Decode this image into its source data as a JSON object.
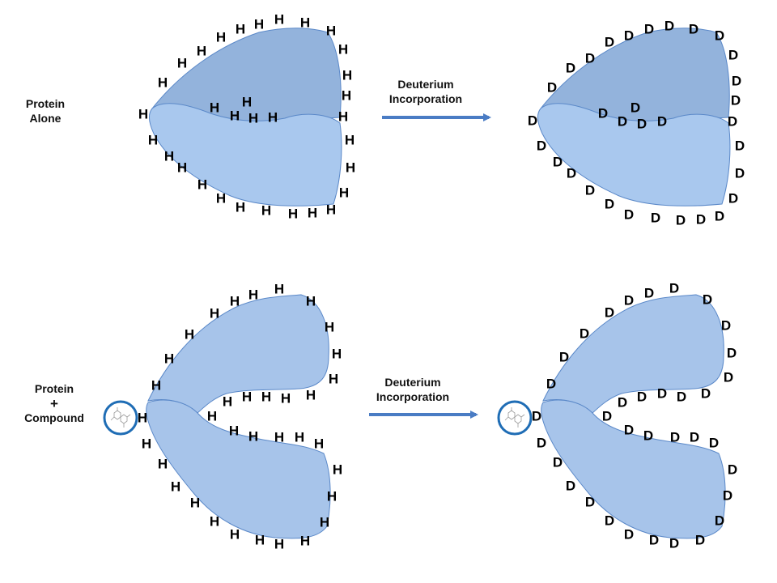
{
  "panels": {
    "top": {
      "label_line1": "Protein",
      "label_line2": "Alone",
      "arrow_line1": "Deuterium",
      "arrow_line2": "Incorporation"
    },
    "bottom": {
      "label_line1": "Protein",
      "label_plus": "+",
      "label_line3": "Compound",
      "arrow_line1": "Deuterium",
      "arrow_line2": "Incorporation"
    }
  },
  "atoms": {
    "hydrogen": "H",
    "deuterium": "D"
  },
  "colors": {
    "upper_lobe_closed": "#93b3dc",
    "lower_lobe": "#a9c8ee",
    "open_lobe": "#a7c4ea",
    "outline": "#5a88c8",
    "arrow": "#4a7cc4",
    "compound_ring": "#1f6db5"
  }
}
